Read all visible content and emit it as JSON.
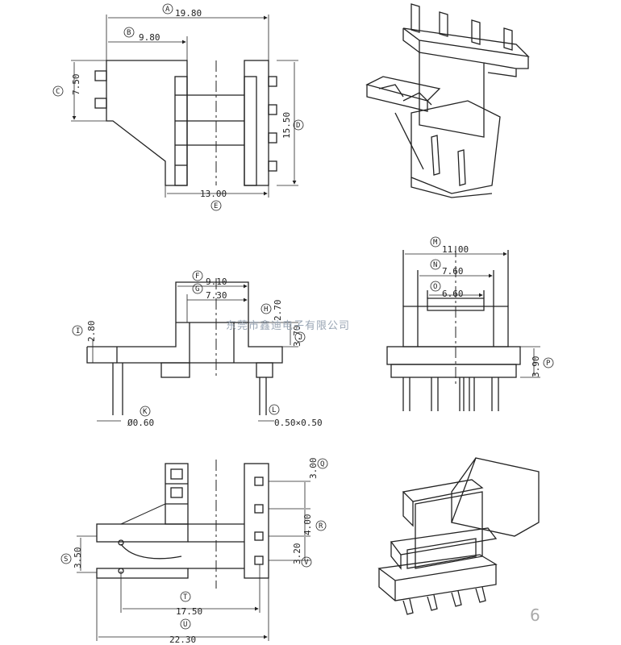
{
  "dimensions": {
    "A": "19.80",
    "B": "9.80",
    "C": "7.50",
    "D": "15.50",
    "E": "13.00",
    "F": "9.10",
    "G": "7.30",
    "H": "2.70",
    "I": "2.80",
    "J": "3.70",
    "K": "Ø0.60",
    "L": "0.50×0.50",
    "M": "11.00",
    "N": "7.60",
    "O": "6.60",
    "P": "3.90",
    "Q": "3.00",
    "R": "4.00",
    "S": "3.50",
    "T": "17.50",
    "U": "22.30",
    "V": "3.20"
  },
  "watermark": "东莞市鑫迪电子有限公司",
  "page_number": "6"
}
